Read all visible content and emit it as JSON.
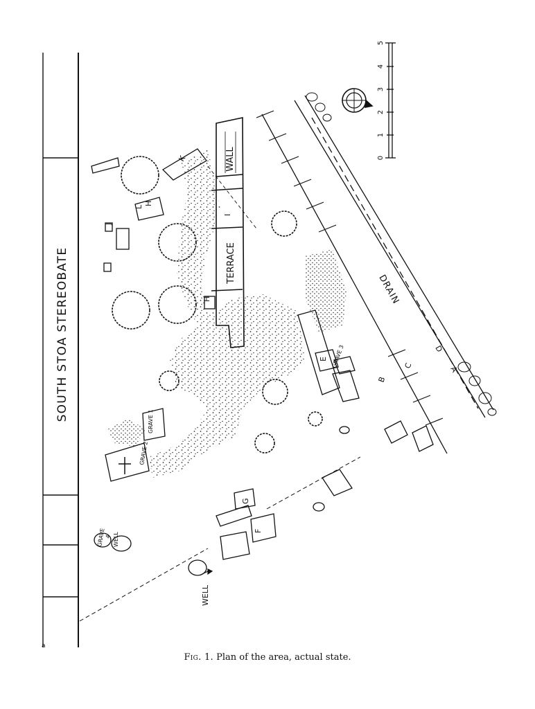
{
  "labels": {
    "stereobate": "SOUTH STOA STEREOBATE",
    "wall": "WALL",
    "terrace": "TERRACE",
    "drain": "DRAIN",
    "well": "WELL",
    "well_small": "WELL",
    "grave1": "GRAVE 1",
    "grave2": "GRAVE 2",
    "grave3": "GRAVE 3",
    "grave_small": "GRAVE",
    "grave_small_num": "4",
    "letters": {
      "A": "A",
      "B": "B",
      "C": "C",
      "D": "D",
      "E": "E",
      "F": "F",
      "G": "G",
      "H": "H",
      "H2": "H",
      "I": "I",
      "J": "J",
      "K": "K",
      "L": "L"
    }
  },
  "scale_bar": {
    "ticks": [
      "0",
      "1",
      "2",
      "3",
      "4",
      "5"
    ]
  },
  "caption": {
    "fig": "Fig. 1.",
    "text": "Plan of the area, actual state."
  }
}
